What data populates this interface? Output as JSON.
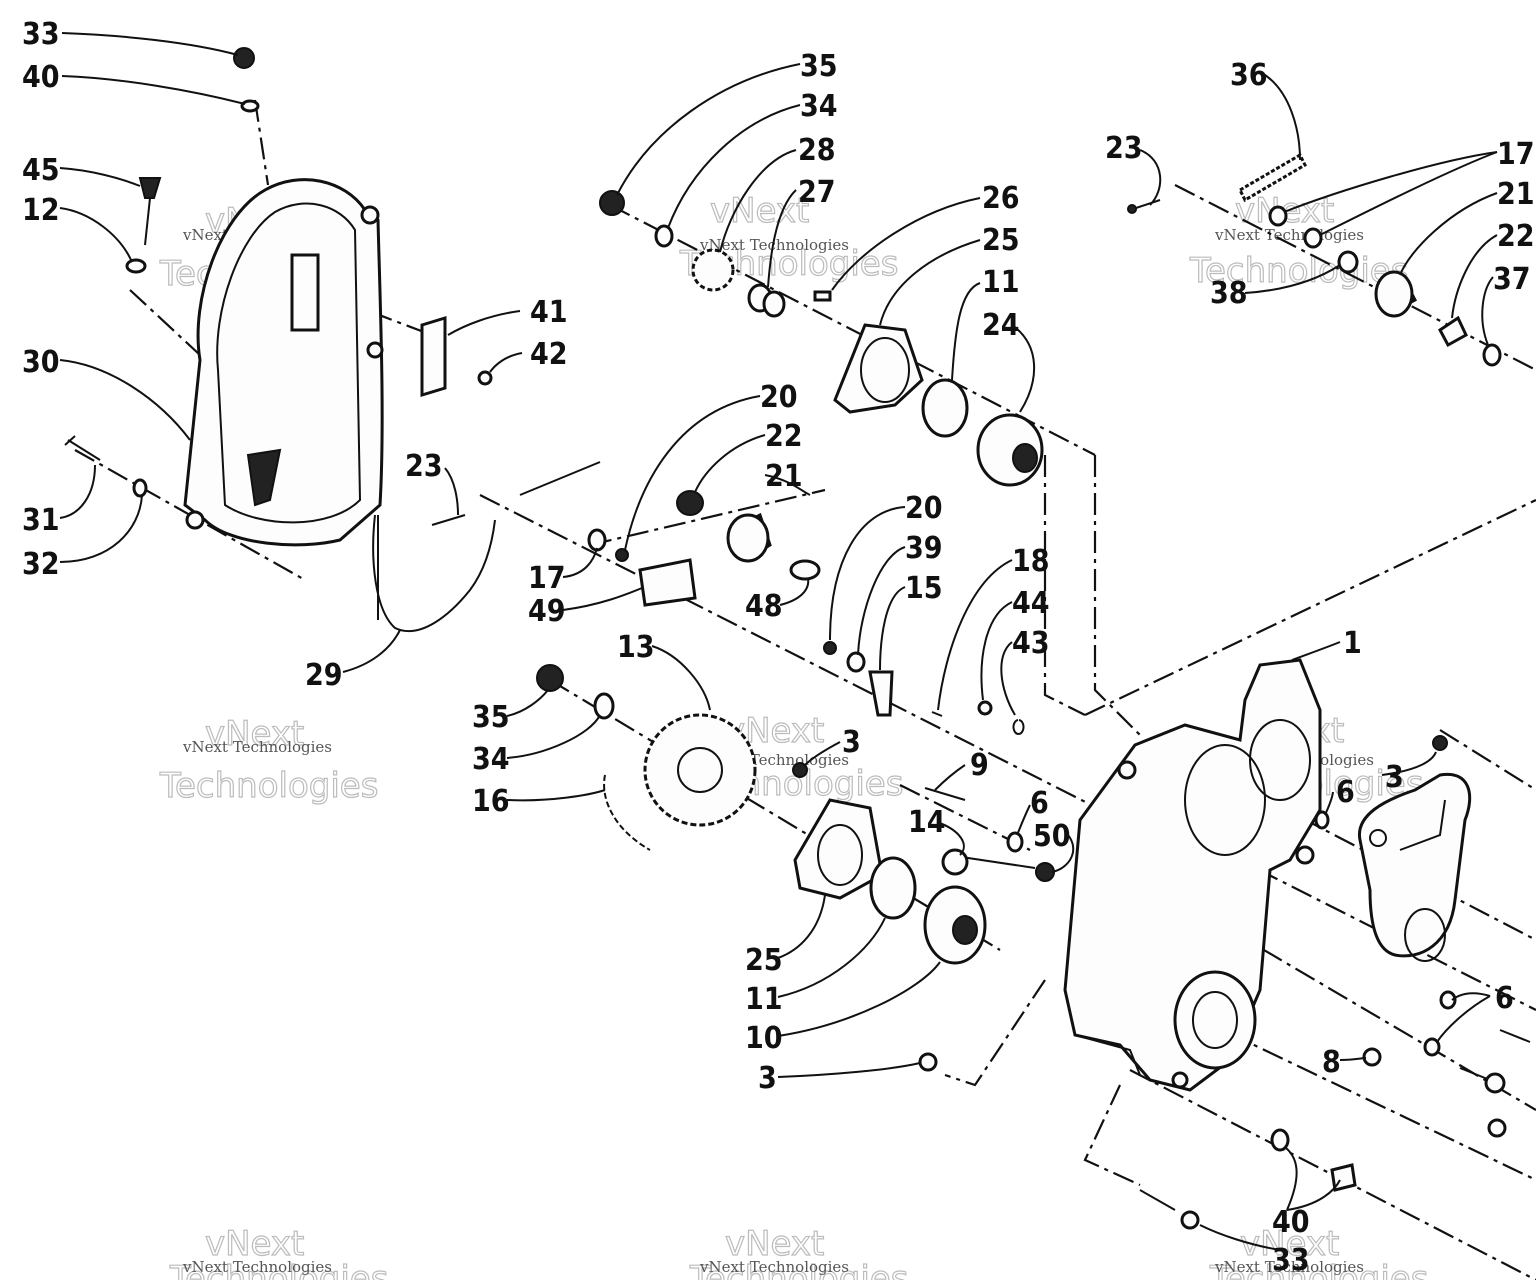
{
  "watermark": {
    "line1": "vNext",
    "line2": "Technologies",
    "small": "vNext Technologies"
  },
  "callouts": [
    {
      "id": "c01",
      "label": "33"
    },
    {
      "id": "c02",
      "label": "40"
    },
    {
      "id": "c03",
      "label": "45"
    },
    {
      "id": "c04",
      "label": "12"
    },
    {
      "id": "c05",
      "label": "30"
    },
    {
      "id": "c06",
      "label": "31"
    },
    {
      "id": "c07",
      "label": "32"
    },
    {
      "id": "c08",
      "label": "41"
    },
    {
      "id": "c09",
      "label": "42"
    },
    {
      "id": "c10",
      "label": "23"
    },
    {
      "id": "c11",
      "label": "29"
    },
    {
      "id": "c12",
      "label": "35"
    },
    {
      "id": "c13",
      "label": "34"
    },
    {
      "id": "c14",
      "label": "28"
    },
    {
      "id": "c15",
      "label": "27"
    },
    {
      "id": "c16",
      "label": "26"
    },
    {
      "id": "c17",
      "label": "25"
    },
    {
      "id": "c18",
      "label": "11"
    },
    {
      "id": "c19",
      "label": "24"
    },
    {
      "id": "c20",
      "label": "20"
    },
    {
      "id": "c21",
      "label": "22"
    },
    {
      "id": "c22",
      "label": "21"
    },
    {
      "id": "c23",
      "label": "17"
    },
    {
      "id": "c24",
      "label": "49"
    },
    {
      "id": "c25",
      "label": "48"
    },
    {
      "id": "c26",
      "label": "20"
    },
    {
      "id": "c27",
      "label": "39"
    },
    {
      "id": "c28",
      "label": "15"
    },
    {
      "id": "c29",
      "label": "18"
    },
    {
      "id": "c30",
      "label": "44"
    },
    {
      "id": "c31",
      "label": "43"
    },
    {
      "id": "c32",
      "label": "13"
    },
    {
      "id": "c33",
      "label": "35"
    },
    {
      "id": "c34",
      "label": "34"
    },
    {
      "id": "c35",
      "label": "16"
    },
    {
      "id": "c36",
      "label": "3"
    },
    {
      "id": "c37",
      "label": "9"
    },
    {
      "id": "c38",
      "label": "14"
    },
    {
      "id": "c39",
      "label": "6"
    },
    {
      "id": "c40",
      "label": "50"
    },
    {
      "id": "c41",
      "label": "25"
    },
    {
      "id": "c42",
      "label": "11"
    },
    {
      "id": "c43",
      "label": "10"
    },
    {
      "id": "c44",
      "label": "3"
    },
    {
      "id": "c45",
      "label": "36"
    },
    {
      "id": "c46",
      "label": "23"
    },
    {
      "id": "c47",
      "label": "17"
    },
    {
      "id": "c48",
      "label": "21"
    },
    {
      "id": "c49",
      "label": "22"
    },
    {
      "id": "c50",
      "label": "38"
    },
    {
      "id": "c51",
      "label": "37"
    },
    {
      "id": "c52",
      "label": "1"
    },
    {
      "id": "c53",
      "label": "6"
    },
    {
      "id": "c54",
      "label": "3"
    },
    {
      "id": "c55",
      "label": "6"
    },
    {
      "id": "c56",
      "label": "8"
    },
    {
      "id": "c57",
      "label": "40"
    },
    {
      "id": "c58",
      "label": "33"
    }
  ]
}
